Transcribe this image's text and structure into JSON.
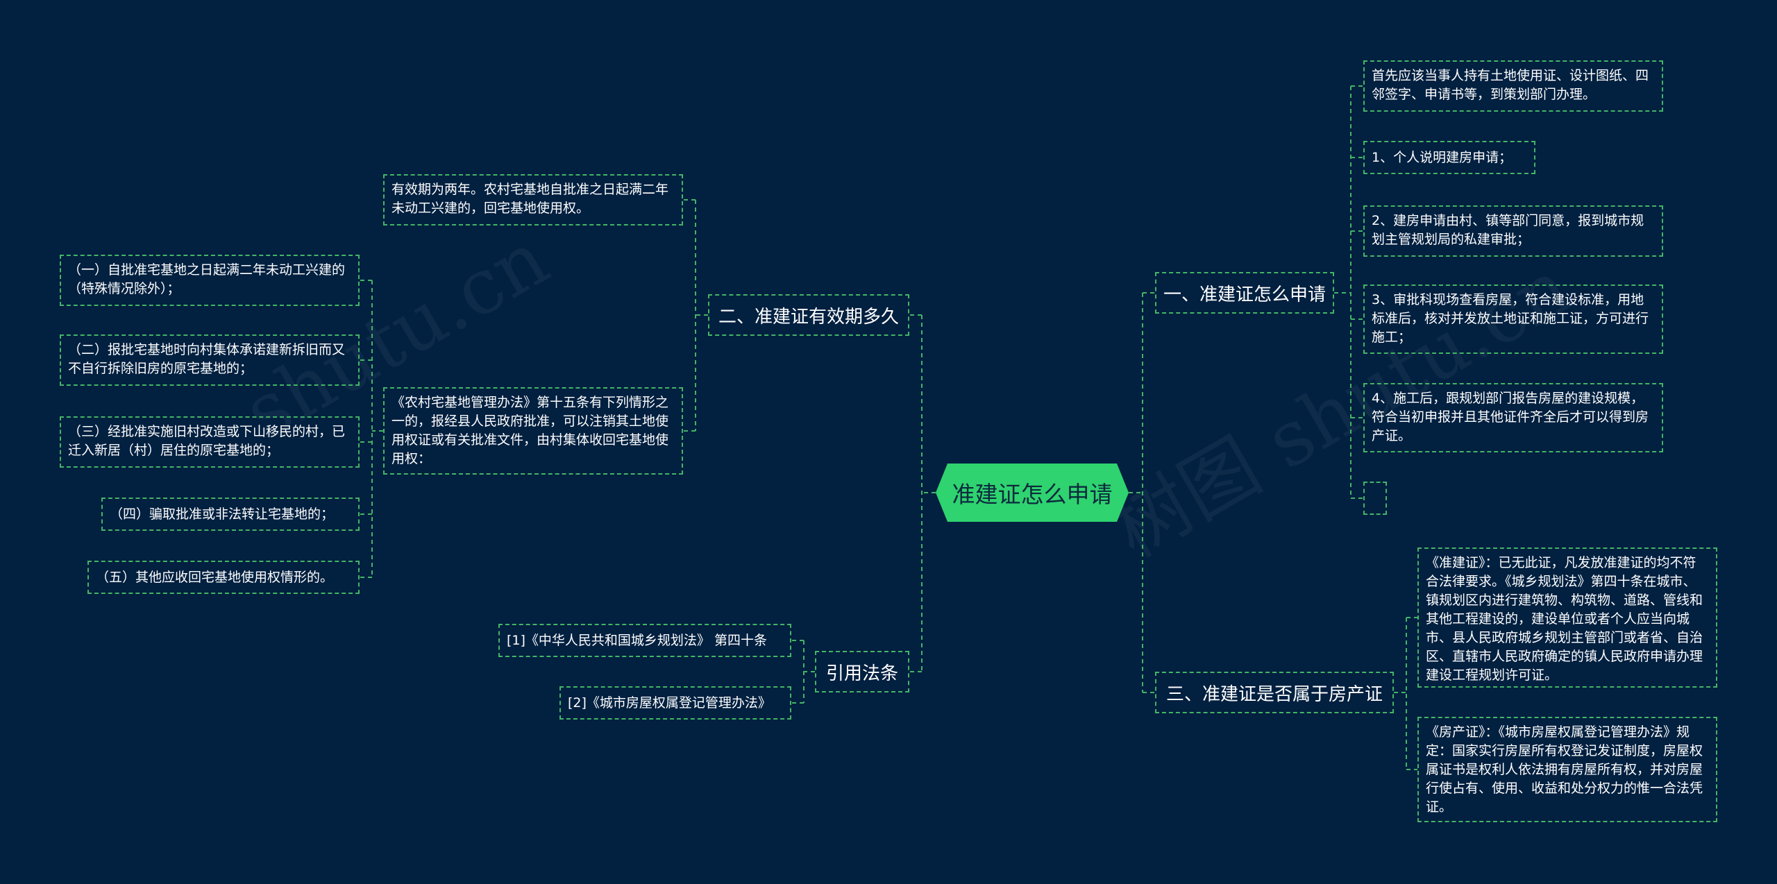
{
  "colors": {
    "background": "#022040",
    "root_fill": "#2fd36f",
    "line": "#43b567",
    "text": "#ffffff"
  },
  "root": {
    "label": "准建证怎么申请"
  },
  "branches": {
    "apply": {
      "label": "一、准建证怎么申请",
      "items": [
        "首先应该当事人持有土地使用证、设计图纸、四邻签字、申请书等，到策划部门办理。",
        "1、个人说明建房申请；",
        "2、建房申请由村、镇等部门同意，报到城市规划主管规划局的私建审批；",
        "3、审批科现场查看房屋，符合建设标准，用地标准后，核对并发放土地证和施工证，方可进行施工；",
        "4、施工后，跟规划部门报告房屋的建设规模，符合当初申报并且其他证件齐全后才可以得到房产证。",
        ""
      ]
    },
    "validity": {
      "label": "二、准建证有效期多久",
      "items": [
        "有效期为两年。农村宅基地自批准之日起满二年未动工兴建的，回宅基地使用权。",
        "《农村宅基地管理办法》第十五条有下列情形之一的，报经县人民政府批准，可以注销其土地使用权证或有关批准文件，由村集体收回宅基地使用权："
      ],
      "sub_items": [
        "（一）自批准宅基地之日起满二年未动工兴建的（特殊情况除外）；",
        "（二）报批宅基地时向村集体承诺建新拆旧而又不自行拆除旧房的原宅基地的；",
        "（三）经批准实施旧村改造或下山移民的村，已迁入新居（村）居住的原宅基地的；",
        "（四）骗取批准或非法转让宅基地的；",
        "（五）其他应收回宅基地使用权情形的。"
      ]
    },
    "property": {
      "label": "三、准建证是否属于房产证",
      "items": [
        "《准建证》：已无此证，凡发放准建证的均不符合法律要求。《城乡规划法》第四十条在城市、镇规划区内进行建筑物、构筑物、道路、管线和其他工程建设的，建设单位或者个人应当向城市、县人民政府城乡规划主管部门或者省、自治区、直辖市人民政府确定的镇人民政府申请办理建设工程规划许可证。",
        "《房产证》：《城市房屋权属登记管理办法》规定：国家实行房屋所有权登记发证制度，房屋权属证书是权利人依法拥有房屋所有权，并对房屋行使占有、使用、收益和处分权力的惟一合法凭证。"
      ]
    },
    "laws": {
      "label": "引用法条",
      "items": [
        "[1]《中华人民共和国城乡规划法》 第四十条",
        "[2]《城市房屋权属登记管理办法》"
      ]
    }
  }
}
